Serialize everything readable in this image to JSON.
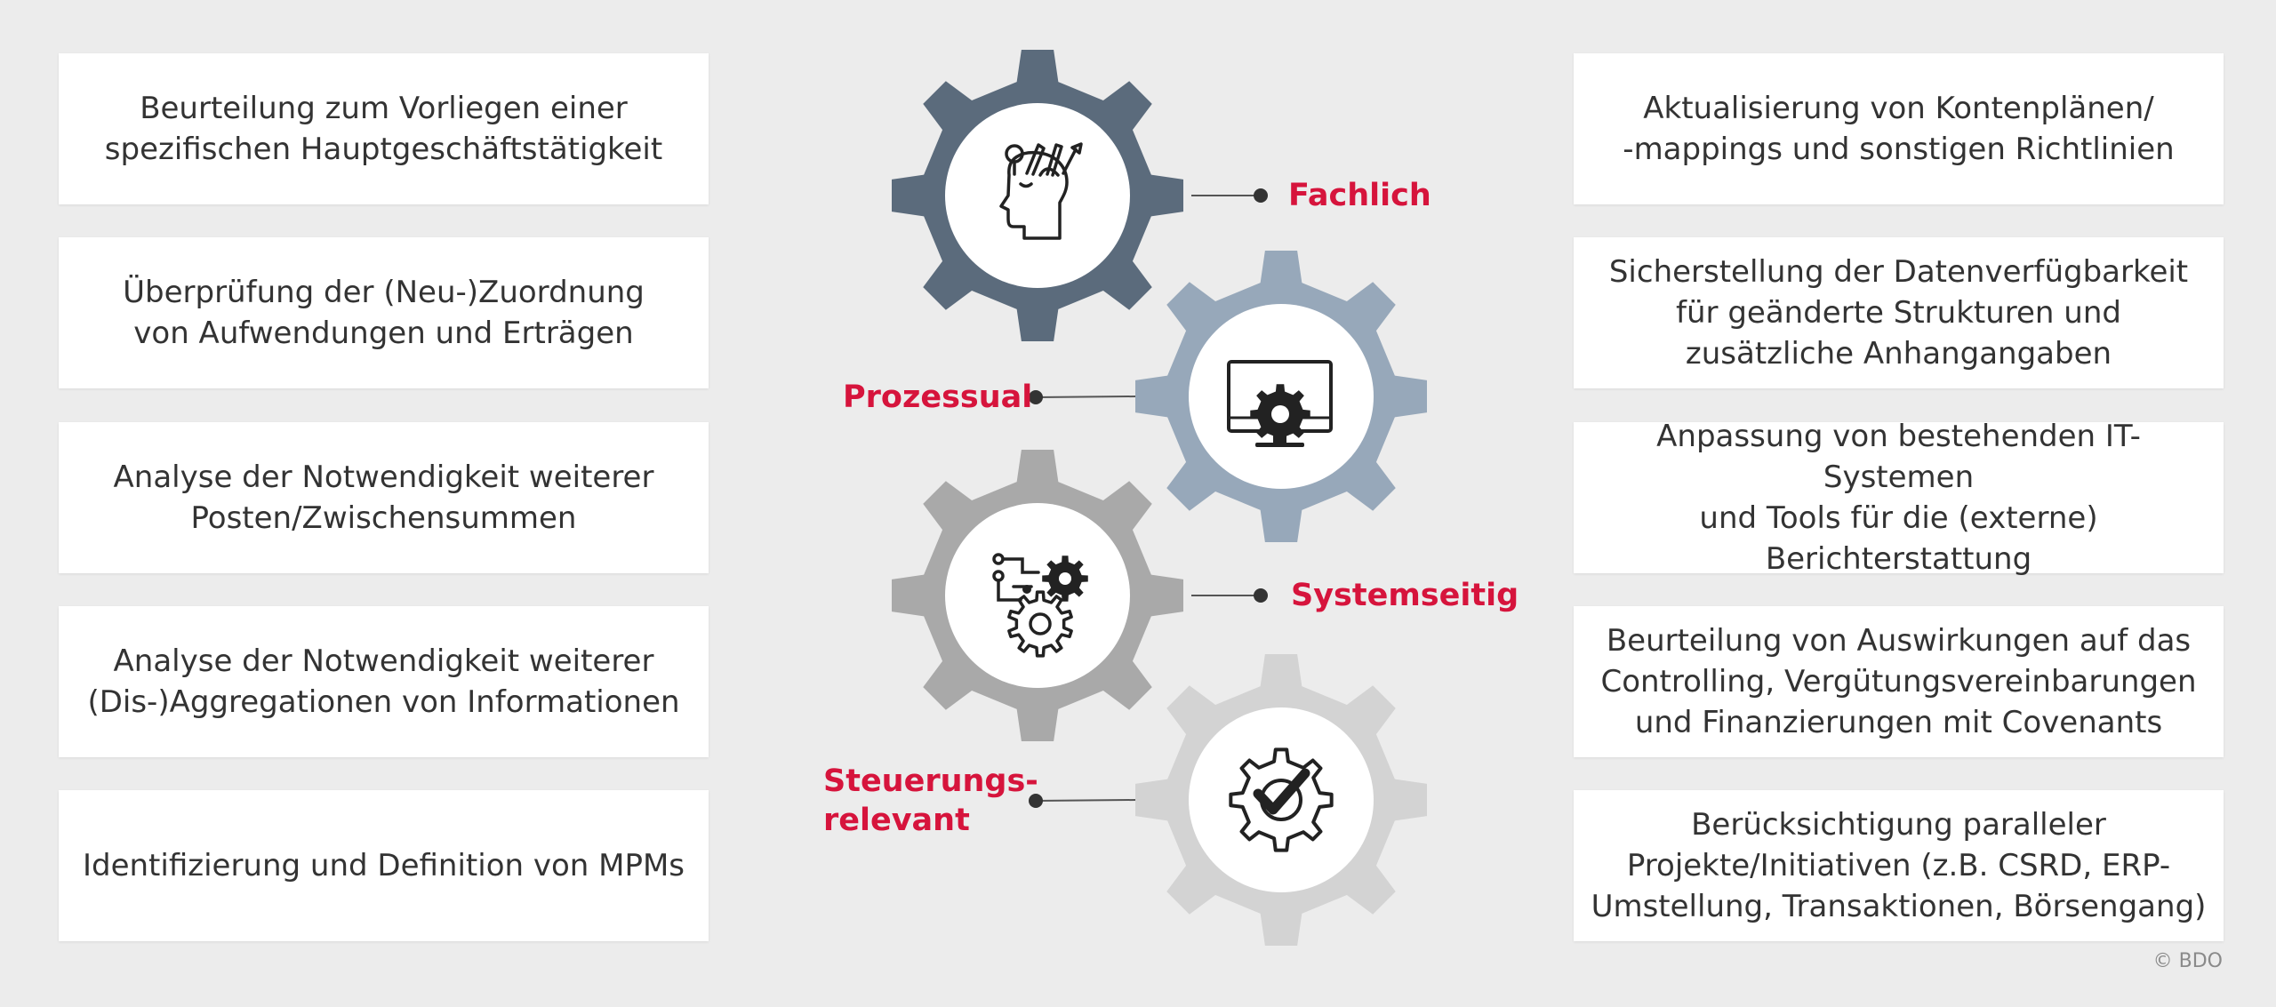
{
  "left_boxes": [
    "Beurteilung zum Vorliegen einer\nspezifischen Hauptgeschäftstätigkeit",
    "Überprüfung der (Neu-)Zuordnung\nvon Aufwendungen und Erträgen",
    "Analyse der Notwendigkeit weiterer\nPosten/Zwischensummen",
    "Analyse der Notwendigkeit weiterer\n(Dis-)Aggregationen von Informationen",
    "Identifizierung und Definition von MPMs"
  ],
  "right_boxes": [
    "Aktualisierung von Kontenplänen/\n-mappings und sonstigen Richtlinien",
    "Sicherstellung der Datenverfügbarkeit\nfür geänderte Strukturen und\nzusätzliche Anhangangaben",
    "Anpassung von bestehenden IT-Systemen\nund Tools für die (externe)\nBerichterstattung",
    "Beurteilung von Auswirkungen auf das\nControlling, Vergütungsvereinbarungen\nund Finanzierungen mit Covenants",
    "Berücksichtigung paralleler\nProjekte/Initiativen (z.B. CSRD, ERP-\nUmstellung, Transaktionen, Börsengang)"
  ],
  "gears": [
    {
      "label": "Fachlich",
      "color": "#5b6b7c",
      "icon": "head-ideas-icon"
    },
    {
      "label": "Prozessual",
      "color": "#97a8ba",
      "icon": "monitor-gear-icon"
    },
    {
      "label": "Systemseitig",
      "color": "#a9a9a9",
      "icon": "circuit-gears-icon"
    },
    {
      "label": "Steuerungs-\nrelevant",
      "color": "#d3d3d3",
      "icon": "gear-check-icon"
    }
  ],
  "accent_color": "#d6143c",
  "copyright": "© BDO"
}
